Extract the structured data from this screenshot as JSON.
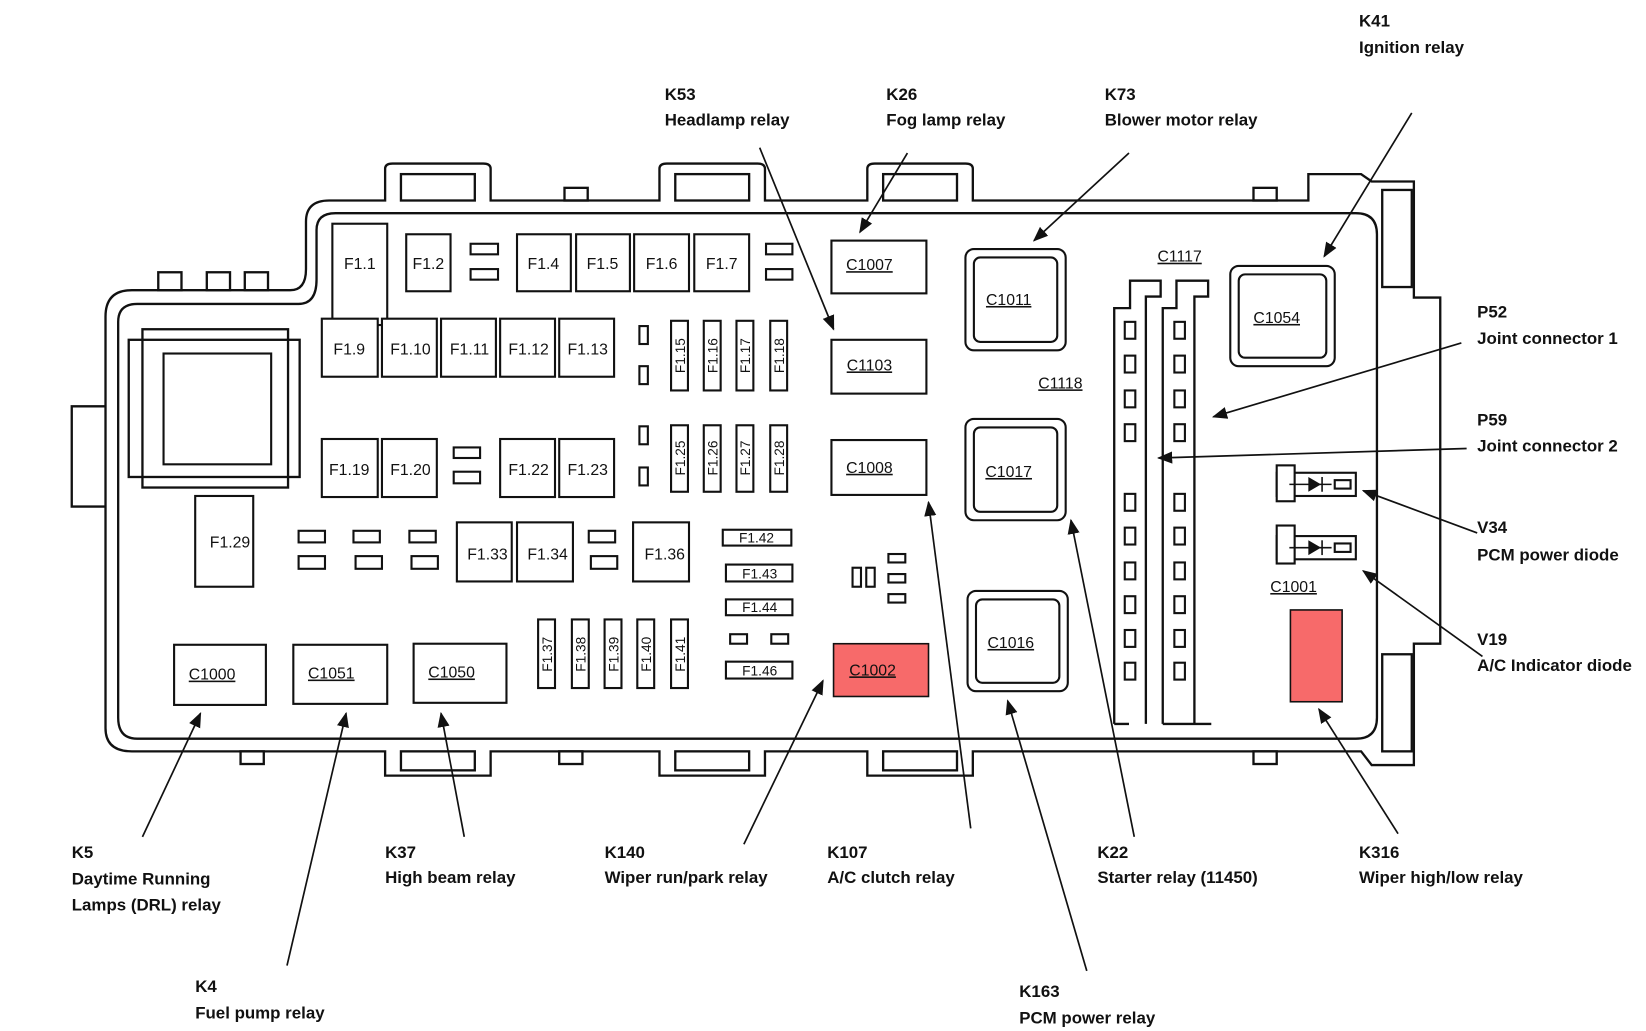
{
  "callouts": {
    "k41": {
      "code": "K41",
      "name": "Ignition relay"
    },
    "k53": {
      "code": "K53",
      "name": "Headlamp relay"
    },
    "k26": {
      "code": "K26",
      "name": "Fog lamp relay"
    },
    "k73": {
      "code": "K73",
      "name": "Blower motor relay"
    },
    "p52": {
      "code": "P52",
      "name": "Joint connector 1"
    },
    "p59": {
      "code": "P59",
      "name": "Joint connector 2"
    },
    "v34": {
      "code": "V34",
      "name": "PCM power diode"
    },
    "v19": {
      "code": "V19",
      "name": "A/C Indicator diode"
    },
    "k5": {
      "code": "K5",
      "name1": "Daytime Running",
      "name2": "Lamps (DRL) relay"
    },
    "k4": {
      "code": "K4",
      "name": "Fuel pump relay"
    },
    "k37": {
      "code": "K37",
      "name": "High beam relay"
    },
    "k140": {
      "code": "K140",
      "name": "Wiper run/park relay"
    },
    "k107": {
      "code": "K107",
      "name": "A/C clutch relay"
    },
    "k163": {
      "code": "K163",
      "name": "PCM power relay"
    },
    "k22": {
      "code": "K22",
      "name": "Starter relay (11450)"
    },
    "k316": {
      "code": "K316",
      "name": "Wiper high/low relay"
    }
  },
  "fuses": {
    "f1_1": "F1.1",
    "f1_2": "F1.2",
    "f1_4": "F1.4",
    "f1_5": "F1.5",
    "f1_6": "F1.6",
    "f1_7": "F1.7",
    "f1_9": "F1.9",
    "f1_10": "F1.10",
    "f1_11": "F1.11",
    "f1_12": "F1.12",
    "f1_13": "F1.13",
    "f1_15": "F1.15",
    "f1_16": "F1.16",
    "f1_17": "F1.17",
    "f1_18": "F1.18",
    "f1_19": "F1.19",
    "f1_20": "F1.20",
    "f1_22": "F1.22",
    "f1_23": "F1.23",
    "f1_25": "F1.25",
    "f1_26": "F1.26",
    "f1_27": "F1.27",
    "f1_28": "F1.28",
    "f1_29": "F1.29",
    "f1_33": "F1.33",
    "f1_34": "F1.34",
    "f1_36": "F1.36",
    "f1_37": "F1.37",
    "f1_38": "F1.38",
    "f1_39": "F1.39",
    "f1_40": "F1.40",
    "f1_41": "F1.41",
    "f1_42": "F1.42",
    "f1_43": "F1.43",
    "f1_44": "F1.44",
    "f1_46": "F1.46"
  },
  "connectors": {
    "c1000": "C1000",
    "c1051": "C1051",
    "c1050": "C1050",
    "c1002": "C1002",
    "c1007": "C1007",
    "c1103": "C1103",
    "c1008": "C1008",
    "c1011": "C1011",
    "c1017": "C1017",
    "c1016": "C1016",
    "c1054": "C1054",
    "c1117": "C1117",
    "c1118": "C1118",
    "c1001": "C1001"
  },
  "colors": {
    "highlight": "#f76a6a"
  }
}
